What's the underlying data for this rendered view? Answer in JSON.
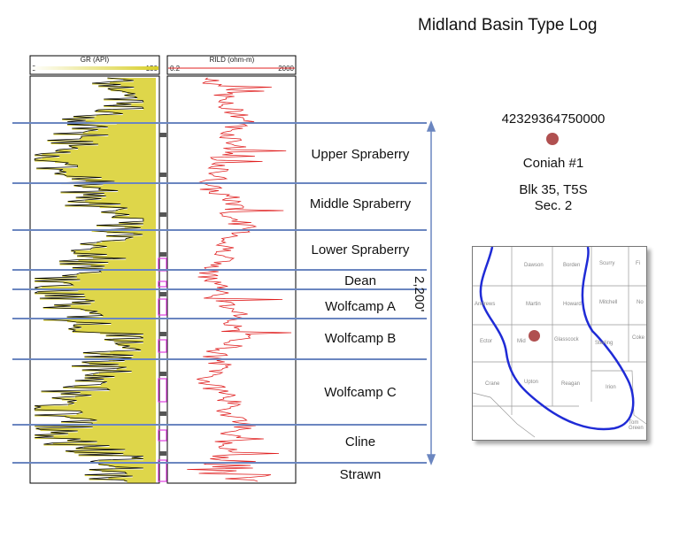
{
  "title": "Midland Basin Type Log",
  "tracks": {
    "gr": {
      "label": "GR (API)",
      "min": "0",
      "max": "150",
      "fill_color": "#ded64a",
      "curve_color": "#000000"
    },
    "rild": {
      "label": "RILD (ohm-m)",
      "min": "0.2",
      "max": "2000",
      "curve_color": "#e02020"
    }
  },
  "formations": [
    "Upper Spraberry",
    "Middle Spraberry",
    "Lower Spraberry",
    "Dean",
    "Wolfcamp A",
    "Wolfcamp B",
    "Wolfcamp C",
    "Cline",
    "Strawn"
  ],
  "interval_thickness": "2,200'",
  "well": {
    "api": "42329364750000",
    "name": "Coniah #1",
    "block": "Blk 35, T5S",
    "section": "Sec. 2",
    "marker_color": "#b05050"
  },
  "map": {
    "counties": [
      "Dawson",
      "Borden",
      "Scurry",
      "Fi",
      "Andrews",
      "Martin",
      "Howard",
      "Mitchell",
      "No",
      "Ector",
      "Mid",
      "Glasscock",
      "Sterling",
      "Coke",
      "Crane",
      "Upton",
      "Reagan",
      "Irion",
      "Tom Green"
    ],
    "outline_color": "#1f2bd6"
  },
  "colors": {
    "tops_line": "#6b86c0",
    "arrow": "#6b86c0"
  }
}
